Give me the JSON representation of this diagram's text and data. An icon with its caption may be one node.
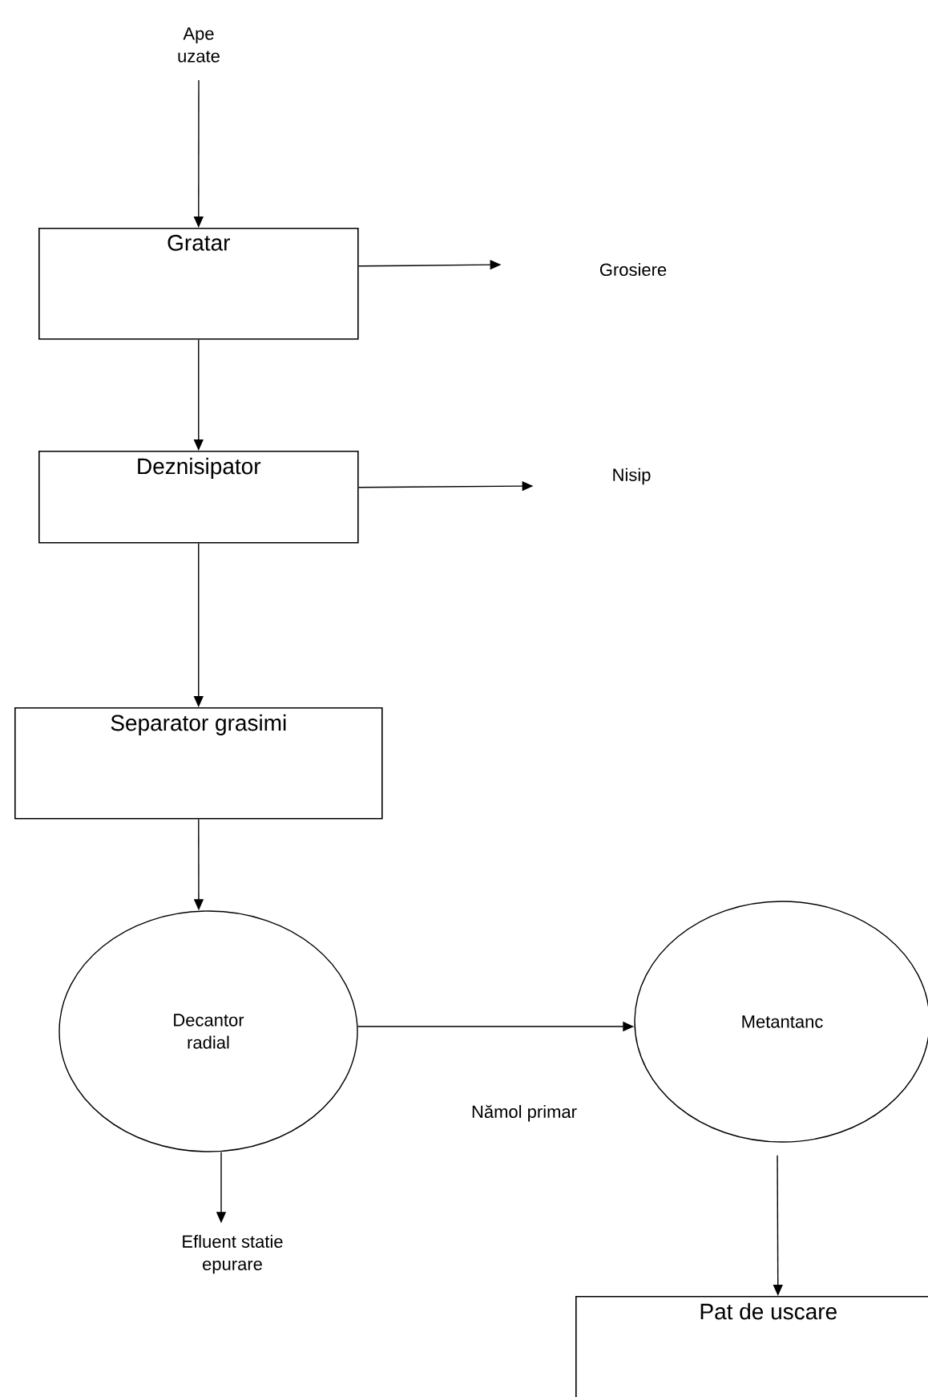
{
  "diagram": {
    "nodes": [
      {
        "text": [
          "Ape uzate"
        ]
      },
      {
        "text": [
          "Gratar"
        ]
      },
      {
        "text": [
          "Grosiere"
        ]
      },
      {
        "text": [
          "Deznisipator"
        ]
      },
      {
        "text": [
          "Nisip"
        ]
      },
      {
        "text": [
          "Separator grasimi"
        ]
      },
      {
        "text": [
          "Decantor radial"
        ]
      },
      {
        "text": [
          "Metantanc"
        ]
      },
      {
        "text": [
          "Efluent statie epurare"
        ]
      },
      {
        "text": [
          "Pat de uscare"
        ]
      }
    ],
    "edges": [
      {
        "from": 0,
        "to": 1,
        "arrow": "to"
      },
      {
        "from": 1,
        "to": 2,
        "arrow": "to"
      },
      {
        "from": 1,
        "to": 3,
        "arrow": "to"
      },
      {
        "from": 3,
        "to": 4,
        "arrow": "to"
      },
      {
        "from": 3,
        "to": 5,
        "arrow": "to"
      },
      {
        "from": 5,
        "to": 6,
        "arrow": "to"
      },
      {
        "from": 6,
        "to": 7,
        "arrow": "to",
        "label": "Nămol primar"
      },
      {
        "from": 6,
        "to": 8,
        "arrow": "to"
      },
      {
        "from": 7,
        "to": 9,
        "arrow": "to"
      }
    ]
  }
}
